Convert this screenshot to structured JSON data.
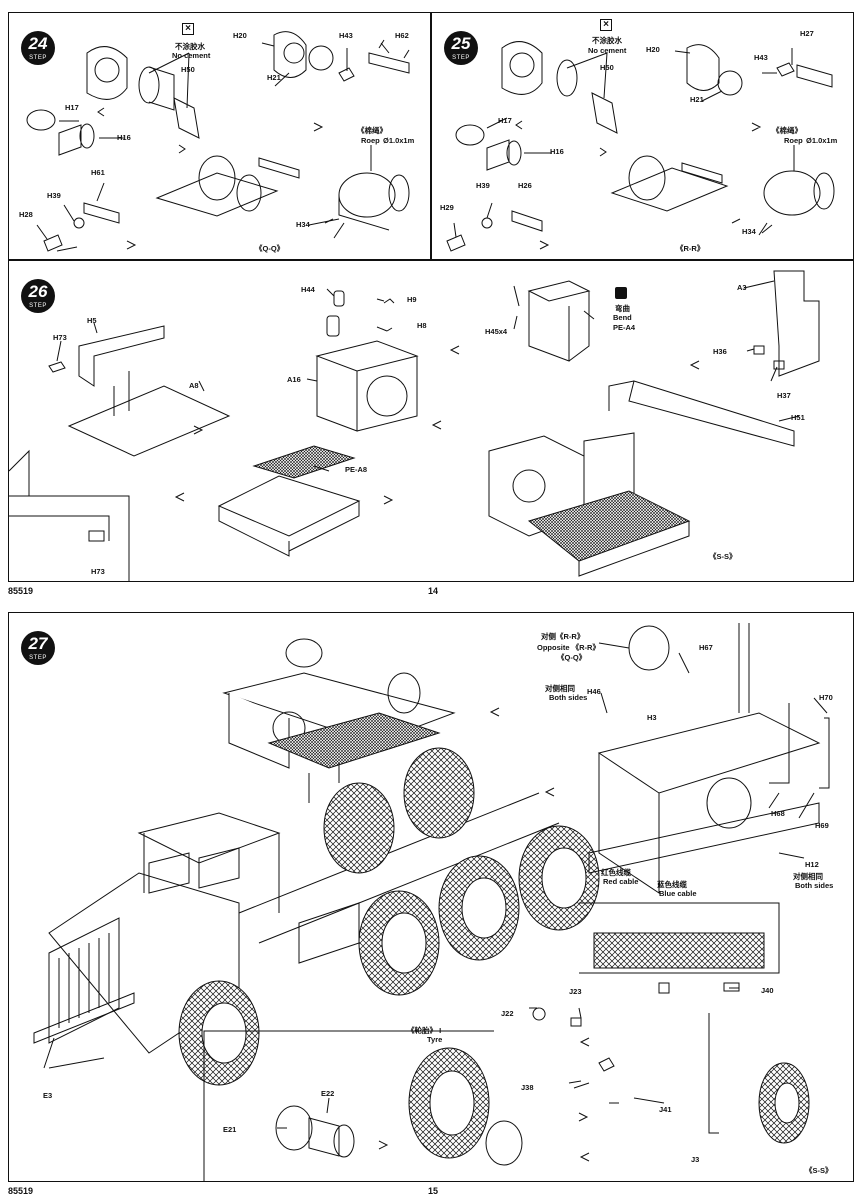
{
  "top_page": {
    "page_code": "85519",
    "page_number": "14",
    "step24": {
      "step_number": "24",
      "step_word": "STEP",
      "no_cement_cn": "不涂胶水",
      "no_cement_en": "No cement",
      "parts": [
        "H20",
        "H21",
        "H43",
        "H62",
        "H50",
        "H17",
        "H16",
        "H61",
        "H39",
        "H28",
        "H34"
      ],
      "rope_cn": "《棉绳》",
      "rope_en": "Roep",
      "rope_size": "Ø1.0x1m",
      "ref": "《Q-Q》"
    },
    "step25": {
      "step_number": "25",
      "step_word": "STEP",
      "no_cement_cn": "不涂胶水",
      "no_cement_en": "No cement",
      "parts": [
        "H20",
        "H27",
        "H43",
        "H50",
        "H21",
        "H17",
        "H16",
        "H39",
        "H26",
        "H29",
        "H34"
      ],
      "rope_cn": "《棉绳》",
      "rope_en": "Roep",
      "rope_size": "Ø1.0x1m",
      "ref": "《R-R》"
    },
    "step26": {
      "step_number": "26",
      "step_word": "STEP",
      "parts": [
        "H44",
        "H9",
        "H8",
        "A16",
        "H73",
        "H5",
        "A8",
        "PE-A8",
        "H45x4",
        "A3",
        "H36",
        "H37",
        "H51"
      ],
      "bend_cn": "弯曲",
      "bend_en": "Bend",
      "bend_part": "PE-A4",
      "inset_part": "H73",
      "ref": "《S-S》"
    }
  },
  "bottom_page": {
    "page_code": "85519",
    "page_number": "15",
    "step27": {
      "step_number": "27",
      "step_word": "STEP",
      "opposite_cn": "对侧《R-R》",
      "opposite_en": "Opposite 《R-R》",
      "opposite_ref2": "《Q-Q》",
      "both_sides_cn": "对侧相同",
      "both_sides_en": "Both sides",
      "parts": [
        "H67",
        "H70",
        "H46",
        "H3",
        "H68",
        "H69",
        "H12",
        "E3",
        "J23",
        "J22",
        "J40",
        "J38",
        "J41",
        "E22",
        "E21",
        "J3"
      ],
      "h12_both_cn": "对侧相同",
      "h12_both_en": "Both sides",
      "red_cable_cn": "红色线缆",
      "red_cable_en": "Red cable",
      "blue_cable_cn": "蓝色线缆",
      "blue_cable_en": "Blue cable",
      "tyre_cn": "《轮胎》 I",
      "tyre_en": "Tyre",
      "ref": "《S-S》"
    }
  }
}
